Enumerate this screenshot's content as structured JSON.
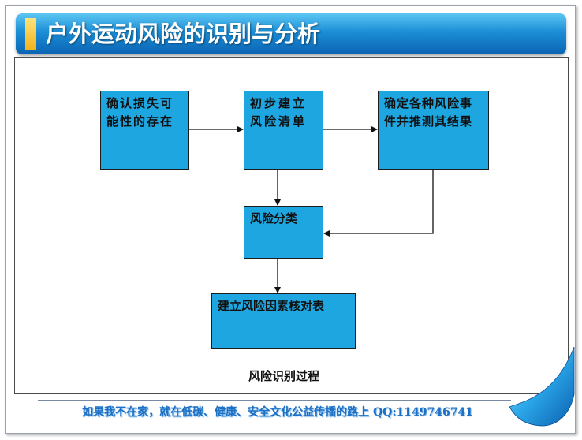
{
  "slide": {
    "title": "户外运动风险的识别与分析"
  },
  "diagram": {
    "nodes": [
      {
        "id": "box1",
        "label": "确认损失可能性的存在"
      },
      {
        "id": "box2",
        "label": "初步建立风险清单"
      },
      {
        "id": "box3",
        "label": "确定各种风险事件并推测其结果"
      },
      {
        "id": "box4",
        "label": "风险分类"
      },
      {
        "id": "box5",
        "label": "建立风险因素核对表"
      }
    ],
    "edges": [
      {
        "from": "box1",
        "to": "box2"
      },
      {
        "from": "box2",
        "to": "box3"
      },
      {
        "from": "box2",
        "to": "box4"
      },
      {
        "from": "box3",
        "to": "box4"
      },
      {
        "from": "box4",
        "to": "box5"
      }
    ],
    "caption": "风险识别过程"
  },
  "footer": {
    "text": "如果我不在家，就在低碳、健康、安全文化公益传播的路上  QQ:1149746741"
  },
  "colors": {
    "title_gradient_top": "#5cc6f3",
    "title_gradient_bottom": "#0b63b3",
    "accent_yellow": "#f3b21a",
    "box_fill": "#1ea6e0",
    "footer_text": "#1b6fc4"
  }
}
